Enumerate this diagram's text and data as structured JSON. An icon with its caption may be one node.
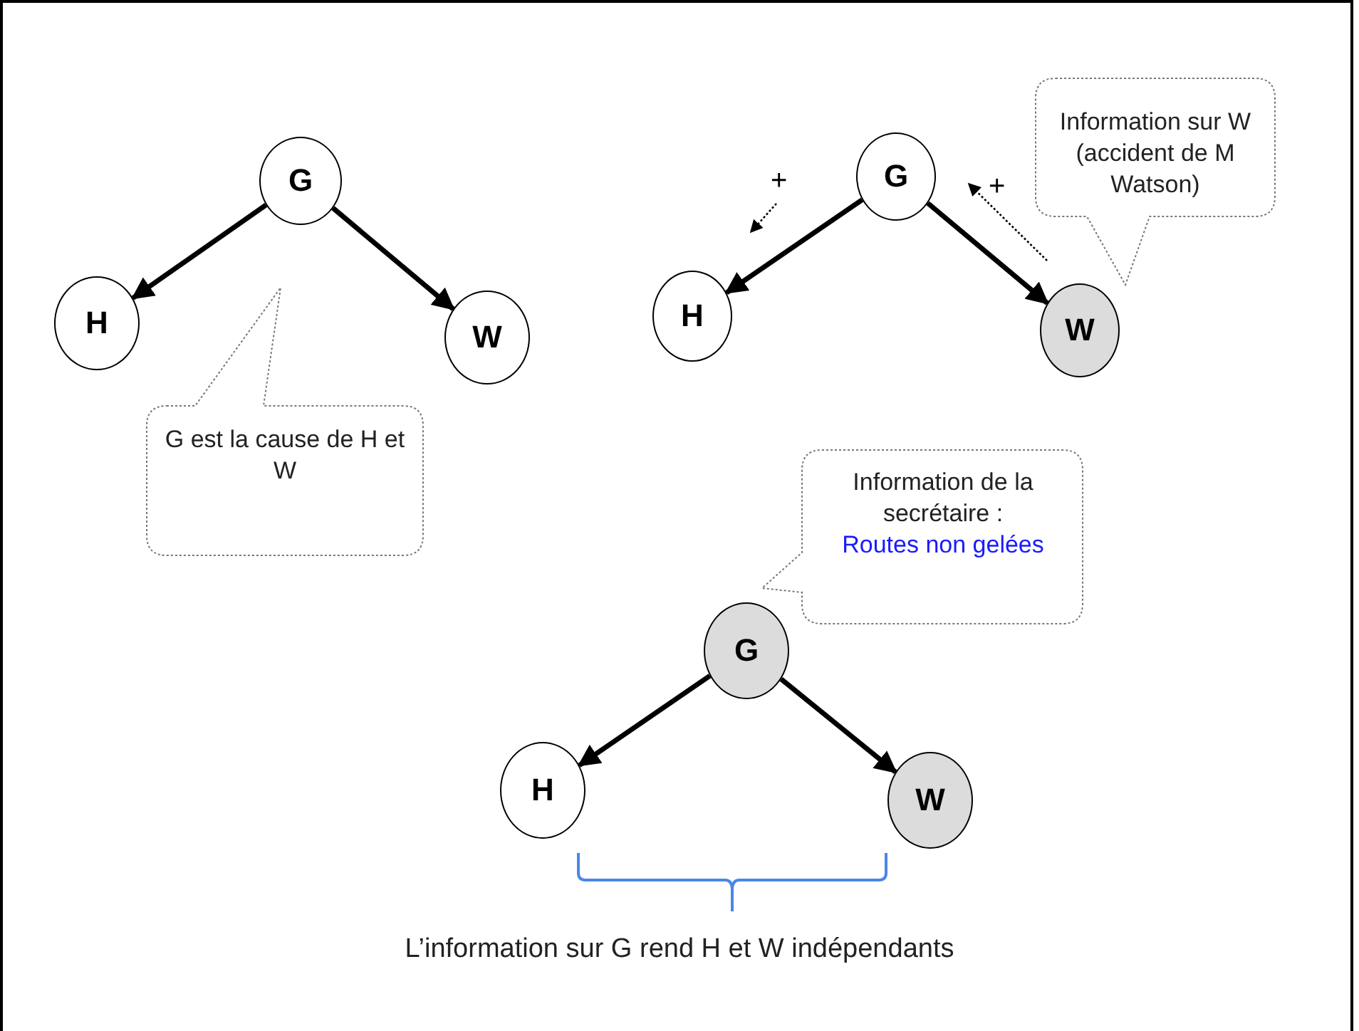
{
  "diagram": {
    "nodes": [
      {
        "text": [
          "G"
        ]
      },
      {
        "text": [
          "H"
        ]
      },
      {
        "text": [
          "W"
        ]
      },
      {
        "text": [
          "G est la cause de H et W"
        ]
      },
      {
        "text": [
          "G"
        ]
      },
      {
        "text": [
          "H"
        ]
      },
      {
        "text": [
          "W"
        ]
      },
      {
        "text": [
          "Information sur W (accident de M Watson)"
        ]
      },
      {
        "text": [
          "Information de la secrétaire :",
          "Routes non gelées"
        ]
      },
      {
        "text": [
          "G"
        ]
      },
      {
        "text": [
          "H"
        ]
      },
      {
        "text": [
          "W"
        ]
      }
    ],
    "edges": [
      {
        "from": 0,
        "to": 1,
        "arrow": "to"
      },
      {
        "from": 0,
        "to": 2,
        "arrow": "to"
      },
      {
        "from": 4,
        "to": 5,
        "arrow": "to"
      },
      {
        "from": 4,
        "to": 6,
        "arrow": "to"
      },
      {
        "from": 9,
        "to": 10,
        "arrow": "to"
      },
      {
        "from": 9,
        "to": 11,
        "arrow": "to"
      }
    ],
    "labels": [
      "+",
      "+",
      "L’information sur G rend H et W indépendants"
    ]
  }
}
